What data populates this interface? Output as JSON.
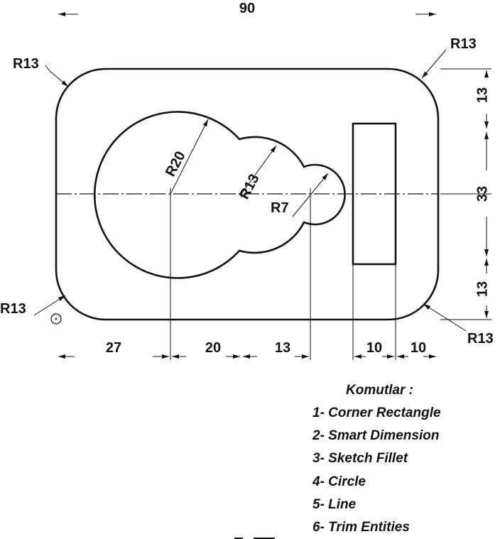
{
  "dimensions": {
    "overall_width": "90",
    "radius_tl": "R13",
    "radius_tr": "R13",
    "radius_bl": "R13",
    "radius_br": "R13",
    "radius_big": "R20",
    "radius_mid": "R13",
    "radius_small": "R7",
    "height_top": "13",
    "height_mid": "33",
    "height_bot": "13",
    "h_27": "27",
    "h_20": "20",
    "h_13": "13",
    "h_10a": "10",
    "h_10b": "10"
  },
  "commands": {
    "title": "Komutlar :",
    "items": [
      "1- Corner Rectangle",
      "2- Smart Dimension",
      "3- Sketch Fillet",
      "4- Circle",
      "5- Line",
      "6- Trim Entities"
    ]
  }
}
